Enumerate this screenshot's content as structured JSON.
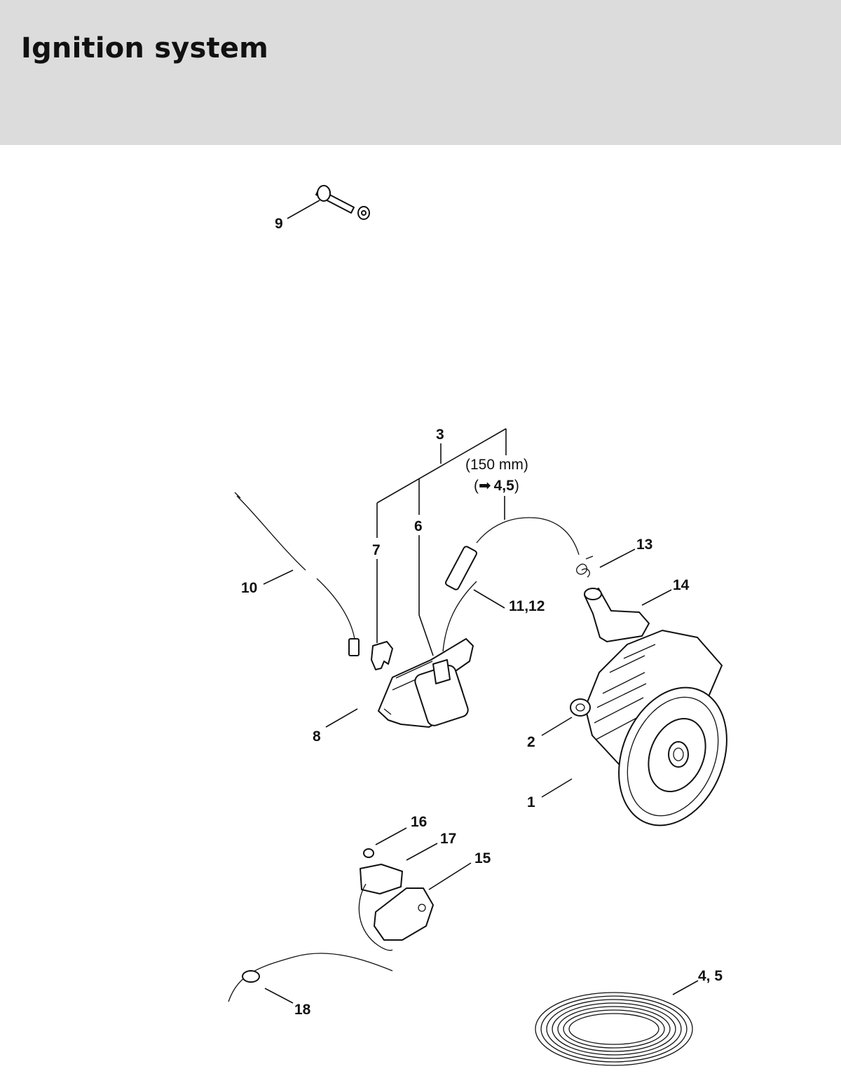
{
  "header": {
    "title": "Ignition system"
  },
  "diagram": {
    "callouts": {
      "c1": "1",
      "c2": "2",
      "c3": "3",
      "c6": "6",
      "c7": "7",
      "c8": "8",
      "c9": "9",
      "c10": "10",
      "c11_12": "11,12",
      "c13": "13",
      "c14": "14",
      "c15": "15",
      "c16": "16",
      "c17": "17",
      "c18": "18",
      "c4_5": "4, 5"
    },
    "notes": {
      "length": "(150 mm)",
      "ref": "4,5",
      "ref_arrow": "➡"
    }
  }
}
